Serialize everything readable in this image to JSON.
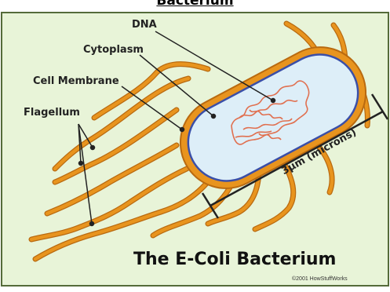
{
  "header": {
    "title": "Bacterium"
  },
  "labels": {
    "dna": "DNA",
    "cytoplasm": "Cytoplasm",
    "cell_membrane": "Cell Membrane",
    "flagellum": "Flagellum"
  },
  "scale": {
    "label": "3μm (microns)"
  },
  "caption": {
    "title": "The E-Coli Bacterium",
    "copyright": "©2001 HowStuffWorks"
  },
  "colors": {
    "background": "#e8f4d8",
    "frame": "#556b3a",
    "flagella": "#e8941e",
    "flagella_dark": "#b96a10",
    "cell_fill": "#ddeef8",
    "inner_membrane": "#3a4fa8",
    "dna": "#e07050"
  }
}
